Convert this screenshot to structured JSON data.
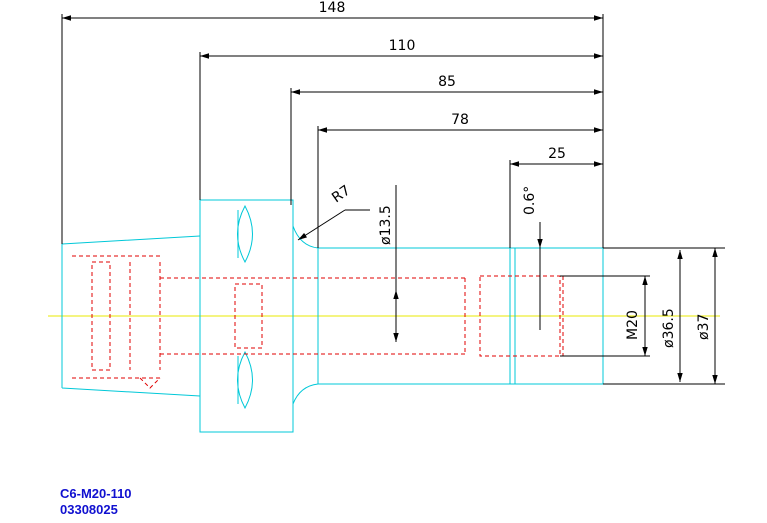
{
  "drawing": {
    "dimensions": {
      "overall_length": "148",
      "flange_to_end": "110",
      "neck_to_end": "85",
      "body_to_end": "78",
      "end_section": "25",
      "radius": "R7",
      "bore_diameter": "ø13.5",
      "taper_angle": "0.6°",
      "thread": "M20",
      "end_diameter_inner": "ø36.5",
      "end_diameter_outer": "ø37"
    },
    "colors": {
      "outline": "#00c8d8",
      "hidden": "#e00000",
      "centerline": "#e8e800",
      "dimension": "#000000",
      "caption": "#1010d0"
    }
  },
  "caption": {
    "part_number": "C6-M20-110",
    "code": "03308025"
  }
}
